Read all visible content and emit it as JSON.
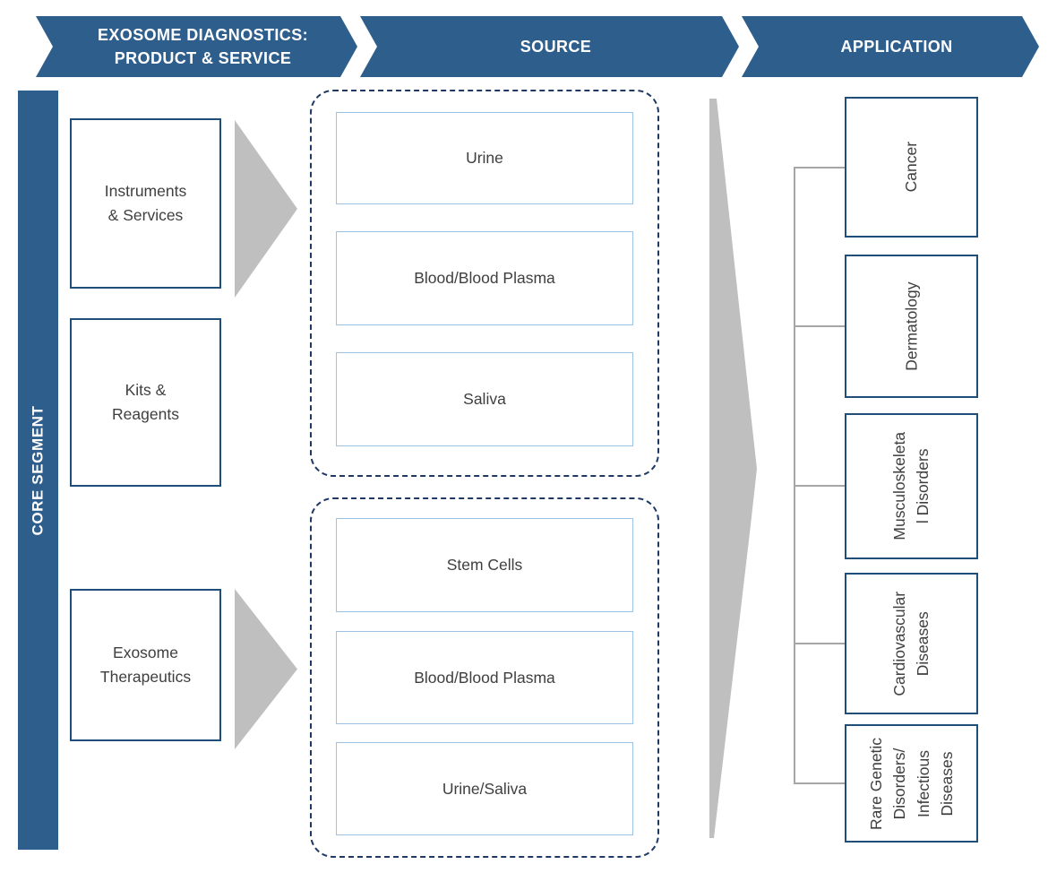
{
  "banners": {
    "product_service": "EXOSOME DIAGNOSTICS:\nPRODUCT & SERVICE",
    "source": "SOURCE",
    "application": "APPLICATION"
  },
  "core_segment_label": "CORE SEGMENT",
  "segments": [
    {
      "label": "Instruments\n& Services"
    },
    {
      "label": "Kits &\nReagents"
    },
    {
      "label": "Exosome\nTherapeutics"
    }
  ],
  "sources": {
    "diagnostics": [
      "Urine",
      "Blood/Blood Plasma",
      "Saliva"
    ],
    "therapeutics": [
      "Stem Cells",
      "Blood/Blood Plasma",
      "Urine/Saliva"
    ]
  },
  "applications": [
    "Cancer",
    "Dermatology",
    "Musculoskeleta\nl Disorders",
    "Cardiovascular\nDiseases",
    "Rare Genetic\nDisorders/\nInfectious\nDiseases"
  ],
  "colors": {
    "primary_blue": "#2E5E8C",
    "box_border_navy": "#1F4E79",
    "dashed_border_navy": "#1F3864",
    "source_box_border_light_blue": "#9DC3E6",
    "arrow_gray": "#BFBFBF",
    "connector_gray": "#A6A6A6",
    "text_dark": "#3F3F3F",
    "banner_text": "#FFFFFF"
  }
}
